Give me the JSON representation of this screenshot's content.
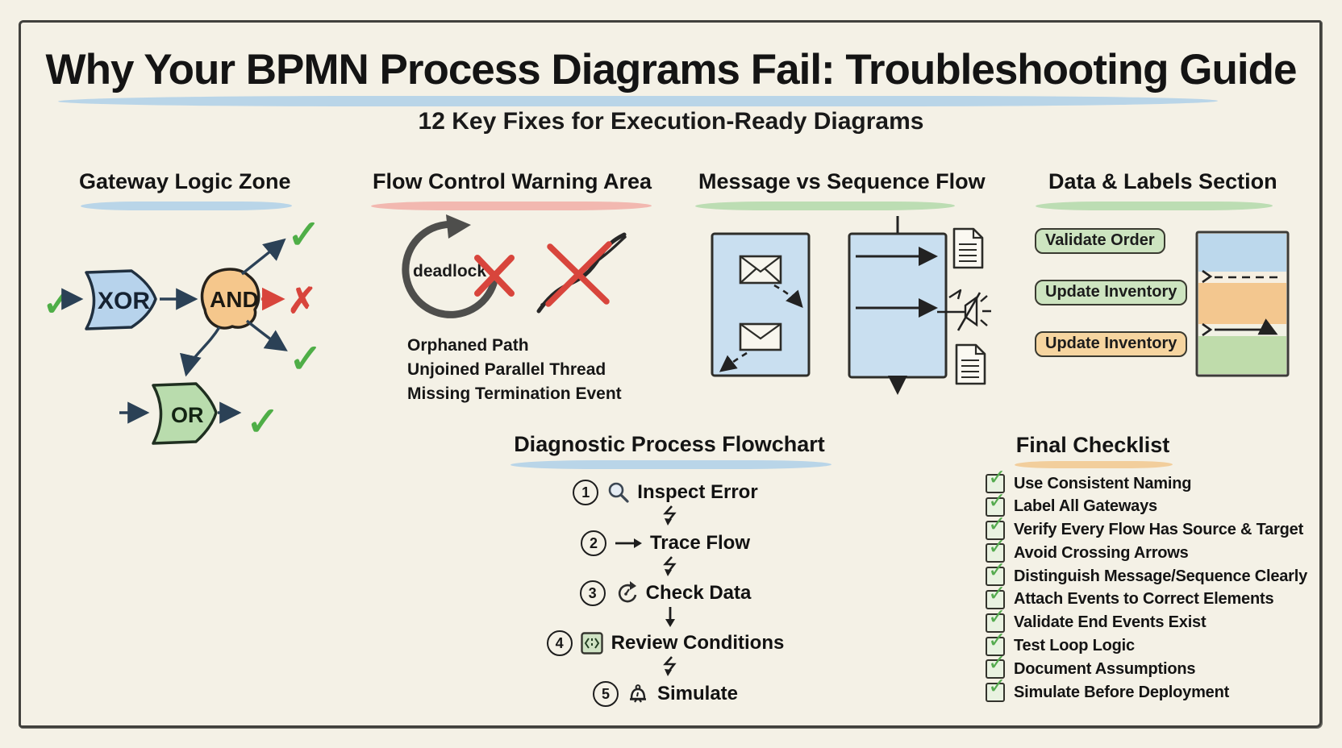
{
  "title": "Why Your BPMN Process Diagrams Fail: Troubleshooting Guide",
  "subtitle": "12 Key Fixes for Execution-Ready Diagrams",
  "sections": {
    "gateway": {
      "heading": "Gateway Logic Zone",
      "nodes": {
        "xor": "XOR",
        "and": "AND",
        "or": "OR"
      },
      "marks": {
        "check": "✓",
        "cross": "✗"
      }
    },
    "flow_control": {
      "heading": "Flow Control Warning Area",
      "loop_label": "deadlock",
      "issues": [
        "Orphaned Path",
        "Unjoined Parallel Thread",
        "Missing Termination Event"
      ]
    },
    "message_sequence": {
      "heading": "Message vs Sequence Flow",
      "icons": [
        "envelope-icon",
        "document-icon",
        "muted-speaker-icon"
      ]
    },
    "data_labels": {
      "heading": "Data & Labels Section",
      "labels": [
        {
          "text": "Validate Order",
          "color": "green"
        },
        {
          "text": "Update Inventory",
          "color": "green"
        },
        {
          "text": "Update Inventory",
          "color": "orange"
        }
      ]
    },
    "diagnostic": {
      "heading": "Diagnostic Process Flowchart",
      "steps": [
        {
          "num": "1",
          "icon": "magnifier-icon",
          "label": "Inspect Error"
        },
        {
          "num": "2",
          "icon": "arrow-right-icon",
          "label": "Trace Flow"
        },
        {
          "num": "3",
          "icon": "cycle-icon",
          "label": "Check Data"
        },
        {
          "num": "4",
          "icon": "conditions-icon",
          "label": "Review Conditions"
        },
        {
          "num": "5",
          "icon": "bell-icon",
          "label": "Simulate"
        }
      ]
    },
    "checklist": {
      "heading": "Final Checklist",
      "items": [
        "Use Consistent Naming",
        "Label All Gateways",
        "Verify Every Flow Has Source & Target",
        "Avoid Crossing Arrows",
        "Distinguish Message/Sequence Clearly",
        "Attach Events to Correct Elements",
        "Validate End Events Exist",
        "Test Loop Logic",
        "Document Assumptions",
        "Simulate Before Deployment"
      ]
    }
  },
  "colors": {
    "background": "#f4f1e6",
    "ink": "#1a1a1a",
    "arrow": "#2b4156",
    "check_green": "#4fae47",
    "cross_red": "#d8453c",
    "xor_blue": "#b7d3ec",
    "and_orange": "#f5c78c",
    "or_green": "#b9dcad",
    "marker_blue": "#a6cbe8",
    "marker_red": "#f2a49d",
    "marker_green": "#a9d5a1",
    "marker_orange": "#f2c183",
    "pill_green": "#cde4c0",
    "pill_orange": "#f6d5a0",
    "panel_blue": "#c9dff0"
  }
}
